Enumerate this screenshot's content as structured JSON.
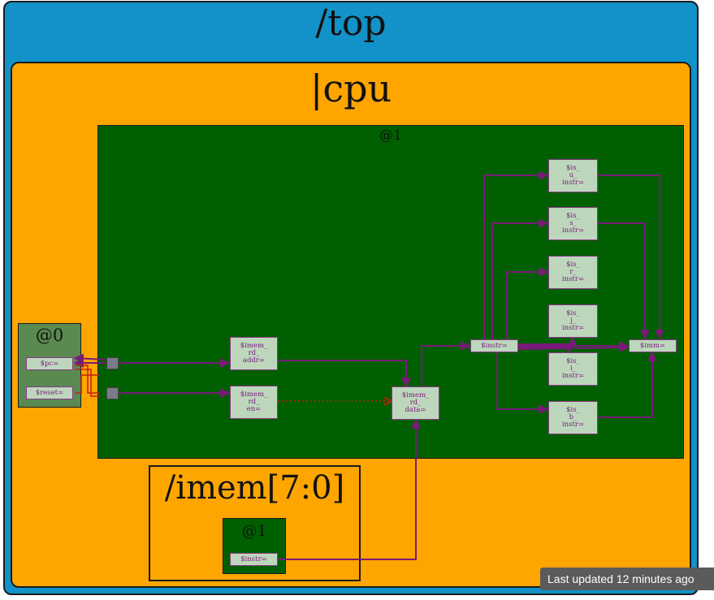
{
  "scopes": {
    "top": "/top",
    "cpu": "|cpu",
    "imem": "/imem[7:0]"
  },
  "stages": {
    "cpu_main": "@1",
    "cpu_stage0": "@0",
    "imem_stage": "@1"
  },
  "signals": {
    "pc": "$pc=",
    "reset": "$reset=",
    "imem_rd_addr": "$imem_\nrd_\naddr=",
    "imem_rd_en": "$imem_\nrd_\nen=",
    "imem_rd_data": "$imem_\nrd_\ndata=",
    "instr": "$instr=",
    "imm": "$imm=",
    "is_u_instr": "$is_\nu_\ninstr=",
    "is_s_instr": "$is_\ns_\ninstr=",
    "is_r_instr": "$is_\nr_\ninstr=",
    "is_j_instr": "$is_\nj_\ninstr=",
    "is_i_instr": "$is_\ni_\ninstr=",
    "is_b_instr": "$is_\nb_\ninstr=",
    "imem_instr": "$instr="
  },
  "status": {
    "last_updated": "Last updated 12 minutes ago"
  },
  "colors": {
    "top_scope": "#1292c8",
    "cpu_scope": "#ffa500",
    "stage_bg": "#005f00",
    "stage0_bg": "#5a8a50",
    "node_bg": "#bdd7bd",
    "wire": "#7a1a7a",
    "wire_red": "#c0201a"
  }
}
